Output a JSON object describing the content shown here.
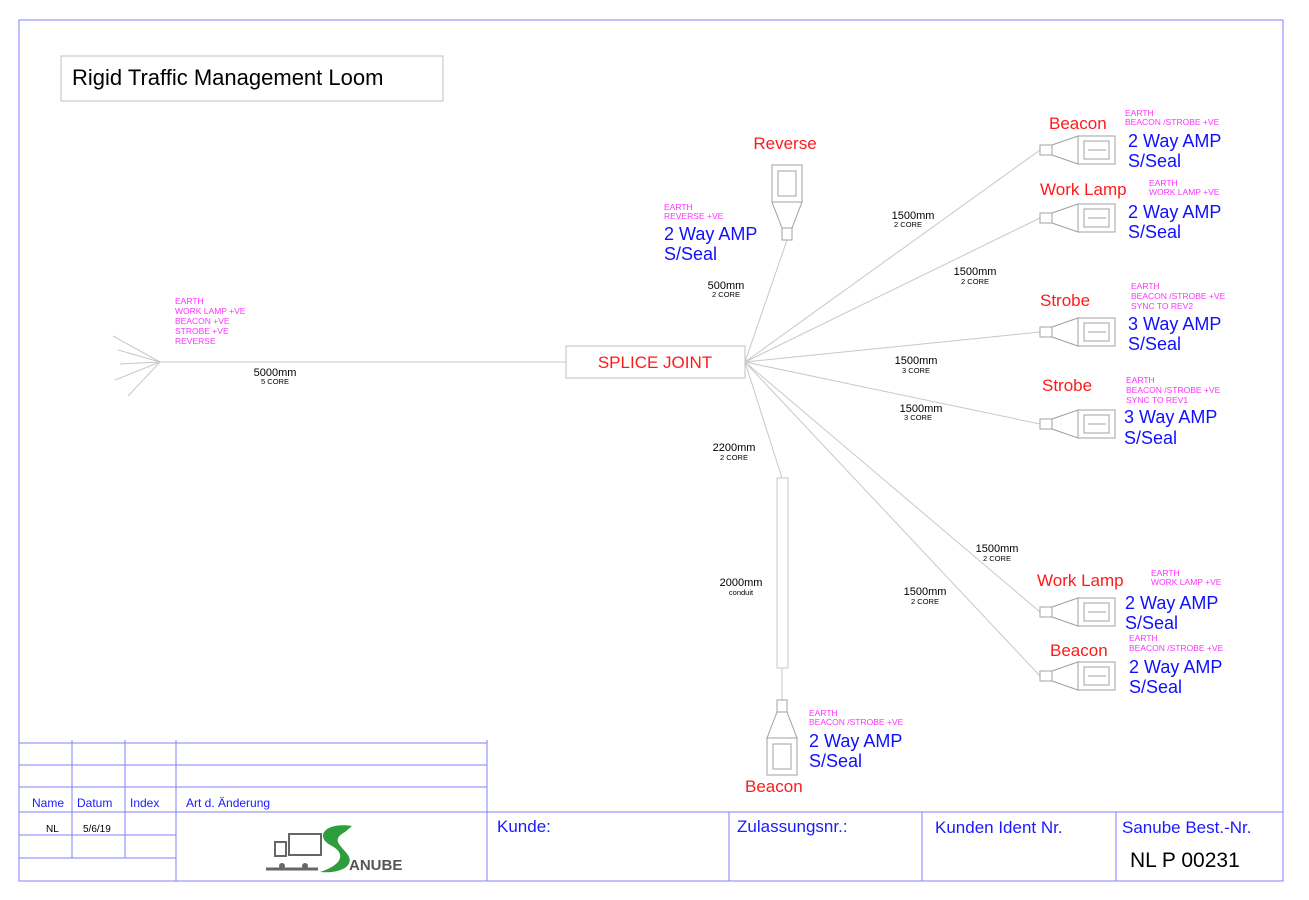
{
  "title": "Rigid Traffic Management Loom",
  "splice_label": "SPLICE JOINT",
  "main_cable": {
    "length": "5000mm",
    "core": "5 CORE",
    "wires": [
      "EARTH",
      "WORK LAMP +VE",
      "BEACON +VE",
      "STROBE +VE",
      "REVERSE"
    ]
  },
  "reverse": {
    "name": "Reverse",
    "wires": [
      "EARTH",
      "REVERSE +VE"
    ],
    "type1": "2 Way AMP",
    "type2": "S/Seal",
    "length": "500mm",
    "core": "2 CORE"
  },
  "branches": [
    {
      "name": "Beacon",
      "wires": [
        "EARTH",
        "BEACON /STROBE +VE"
      ],
      "type1": "2 Way AMP",
      "type2": "S/Seal",
      "length": "1500mm",
      "core": "2 CORE"
    },
    {
      "name": "Work Lamp",
      "wires": [
        "EARTH",
        "WORK LAMP +VE"
      ],
      "type1": "2 Way AMP",
      "type2": "S/Seal",
      "length": "1500mm",
      "core": "2 CORE"
    },
    {
      "name": "Strobe",
      "wires": [
        "EARTH",
        "BEACON /STROBE +VE",
        "SYNC TO REV2"
      ],
      "type1": "3 Way AMP",
      "type2": "S/Seal",
      "length": "1500mm",
      "core": "3 CORE"
    },
    {
      "name": "Strobe",
      "wires": [
        "EARTH",
        "BEACON /STROBE +VE",
        "SYNC TO REV1"
      ],
      "type1": "3 Way AMP",
      "type2": "S/Seal",
      "length": "1500mm",
      "core": "3 CORE"
    },
    {
      "name": "Work Lamp",
      "wires": [
        "EARTH",
        "WORK LAMP +VE"
      ],
      "type1": "2 Way AMP",
      "type2": "S/Seal",
      "length": "1500mm",
      "core": "2 CORE"
    },
    {
      "name": "Beacon",
      "wires": [
        "EARTH",
        "BEACON /STROBE +VE"
      ],
      "type1": "2 Way AMP",
      "type2": "S/Seal",
      "length": "1500mm",
      "core": "2 CORE"
    }
  ],
  "bottom": {
    "name": "Beacon",
    "wires": [
      "EARTH",
      "BEACON /STROBE +VE"
    ],
    "type1": "2 Way AMP",
    "type2": "S/Seal",
    "length": "2200mm",
    "core": "2 CORE",
    "conduit_length": "2000mm",
    "conduit_label": "conduit"
  },
  "title_block": {
    "headers": [
      "Name",
      "Datum",
      "Index",
      "Art d. Änderung"
    ],
    "row": {
      "name": "NL",
      "date": "5/6/19"
    },
    "logo_text": "SANUBE",
    "kunde": "Kunde:",
    "zulassung": "Zulassungsnr.:",
    "kunden_ident": "Kunden Ident Nr.",
    "best_nr_label": "Sanube Best.-Nr.",
    "best_nr": "NL P 00231"
  },
  "colors": {
    "frame": "#8080ff",
    "label_red": "#ff1a1a",
    "wire_magenta": "#ff33ff",
    "type_blue": "#1010ff",
    "logo_green": "#2e9e3a"
  }
}
